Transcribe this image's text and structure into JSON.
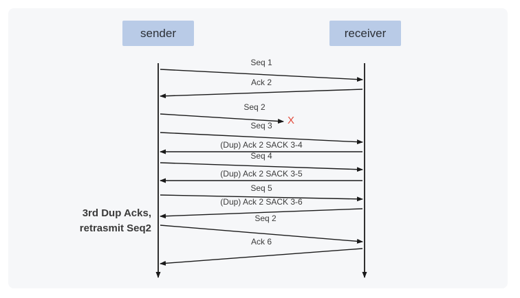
{
  "participants": {
    "sender": "sender",
    "receiver": "receiver"
  },
  "messages": [
    {
      "label": "Seq 1",
      "from": "sender",
      "to": "receiver"
    },
    {
      "label": "Ack 2",
      "from": "receiver",
      "to": "sender"
    },
    {
      "label": "Seq 2",
      "from": "sender",
      "to": "lost"
    },
    {
      "label": "Seq 3",
      "from": "sender",
      "to": "receiver"
    },
    {
      "label": "(Dup) Ack 2 SACK 3-4",
      "from": "receiver",
      "to": "sender"
    },
    {
      "label": "Seq 4",
      "from": "sender",
      "to": "receiver"
    },
    {
      "label": "(Dup) Ack 2 SACK 3-5",
      "from": "receiver",
      "to": "sender"
    },
    {
      "label": "Seq 5",
      "from": "sender",
      "to": "receiver"
    },
    {
      "label": "(Dup) Ack 2 SACK 3-6",
      "from": "receiver",
      "to": "sender"
    },
    {
      "label": "Seq 2",
      "from": "sender",
      "to": "receiver"
    },
    {
      "label": "Ack 6",
      "from": "receiver",
      "to": "sender"
    }
  ],
  "lost_marker": "X",
  "note": {
    "line1": "3rd Dup Acks,",
    "line2": "retrasmit Seq2"
  },
  "colors": {
    "node_fill": "#b9cbe7",
    "arrow": "#1a1a1a",
    "lost": "#e24a3b",
    "background": "#f6f7f9"
  }
}
